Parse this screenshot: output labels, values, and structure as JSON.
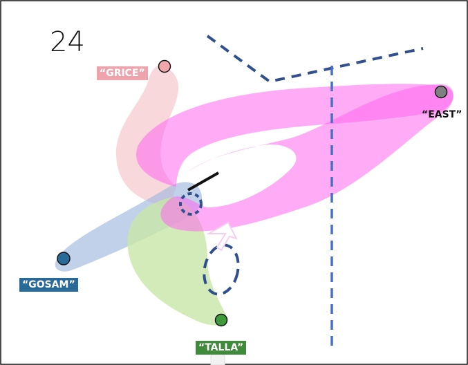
{
  "slide": {
    "number": "24"
  },
  "labels": {
    "grice": "“GRICE”",
    "gosam": "“GOSAM”",
    "talla": "“TALLA”",
    "east": "“EAST”"
  },
  "colors": {
    "grice_band": "#f4b8be",
    "gosam_band": "#9fb8de",
    "talla_band": "#c8e6a8",
    "east_band": "#ff66ee",
    "dash_line": "#2f4f8f",
    "vertical_dash": "#4a6fc4",
    "grice_dot": "#f2a7ad",
    "gosam_dot": "#2a6a99",
    "talla_dot": "#3f9a3b",
    "east_dot": "#808080"
  },
  "icons": {
    "arrow": "hollow-up-arrow-icon"
  }
}
